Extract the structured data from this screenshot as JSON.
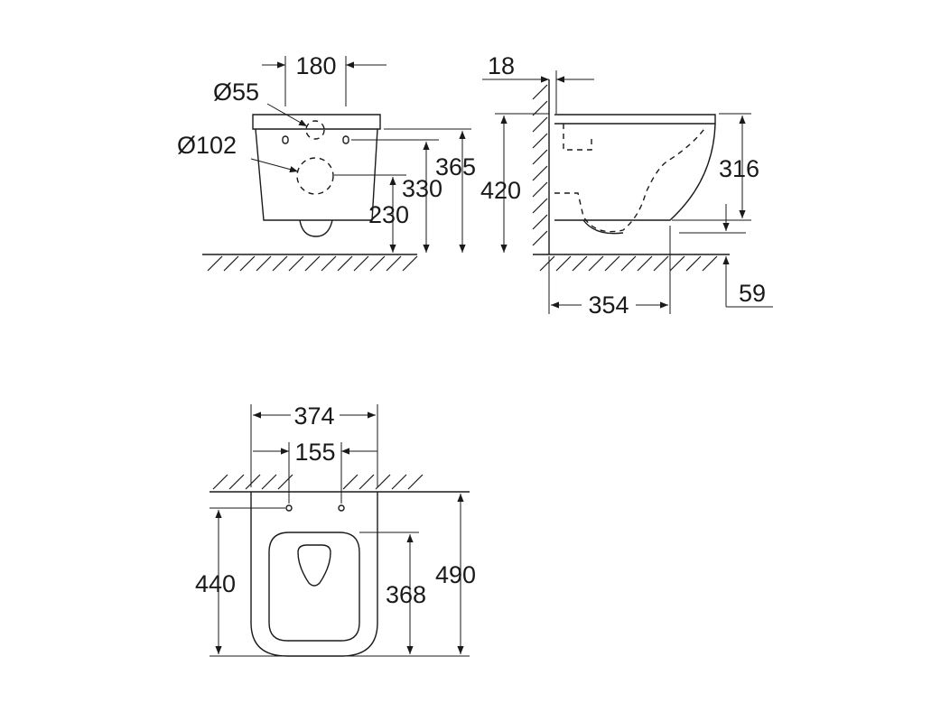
{
  "front_view": {
    "hole_spacing": "180",
    "hole_diameter_small": "Ø55",
    "hole_diameter_large": "Ø102",
    "height_upper_hole": "330",
    "height_total": "365",
    "height_lower_hole": "230"
  },
  "side_view": {
    "wall_offset": "18",
    "height_wall": "420",
    "bowl_height": "316",
    "depth_to_outlet": "354",
    "outlet_height": "59"
  },
  "top_view": {
    "width": "374",
    "fixing_spacing": "155",
    "length_to_fixing": "440",
    "seat_length": "368",
    "total_length": "490"
  }
}
